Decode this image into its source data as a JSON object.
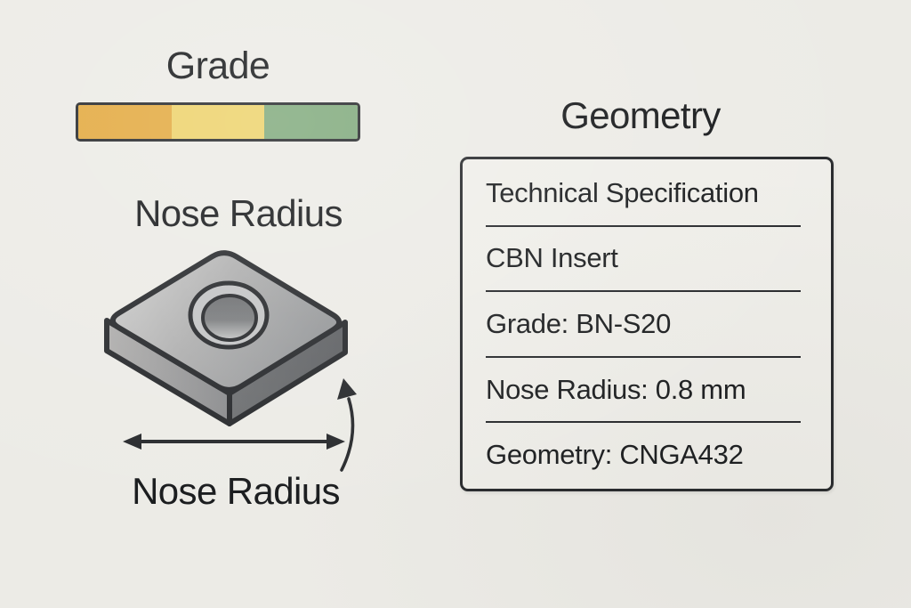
{
  "colors": {
    "background": "#ECEBE6",
    "ink": "#26282B",
    "text": "#1A1C1E",
    "grade_segments": [
      "#E3A93F",
      "#EDD26A",
      "#7FA97B"
    ]
  },
  "grade": {
    "title": "Grade"
  },
  "nose_radius": {
    "title": "Nose Radius",
    "caption": "Nose Radius"
  },
  "geometry": {
    "title": "Geometry",
    "spec_rows": [
      "Technical Specification",
      "CBN Insert",
      "Grade: BN-S20",
      "Nose Radius: 0.8 mm",
      "Geometry: CNGA432"
    ]
  }
}
